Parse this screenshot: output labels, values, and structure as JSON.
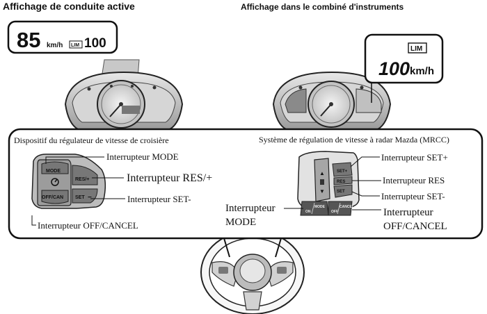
{
  "headers": {
    "left": "Affichage de conduite active",
    "right": "Affichage dans le combiné d'instruments"
  },
  "active_display": {
    "speed": "85",
    "unit": "km/h",
    "lim_badge": "LIM",
    "limit": "100"
  },
  "cluster_display": {
    "lim_badge": "LIM",
    "limit": "100",
    "unit": "km/h"
  },
  "left_panel": {
    "title": "Dispositif du régulateur de vitesse de croisière",
    "labels": {
      "mode": "Interrupteur MODE",
      "res": "Interrupteur RES/+",
      "set": "Interrupteur SET-",
      "off": "Interrupteur OFF/CANCEL"
    },
    "buttons": {
      "mode": "MODE",
      "res": "RES/+",
      "set": "SET",
      "set_sign": "−",
      "off": "OFF/CAN"
    }
  },
  "right_panel": {
    "title": "Système de régulation de vitesse à radar Mazda (MRCC)",
    "labels": {
      "set_plus": "Interrupteur SET+",
      "res": "Interrupteur RES",
      "set_minus": "Interrupteur SET-",
      "mode_1": "Interrupteur",
      "mode_2": "MODE",
      "off_1": "Interrupteur",
      "off_2": "OFF/CANCEL"
    },
    "buttons": {
      "set_plus": "SET+",
      "res": "RES",
      "set_minus": "SET",
      "mode_top": "MODE",
      "mode_bottom": "ON",
      "cancel_top": "CANCEL",
      "cancel_bottom": "OFF"
    }
  }
}
